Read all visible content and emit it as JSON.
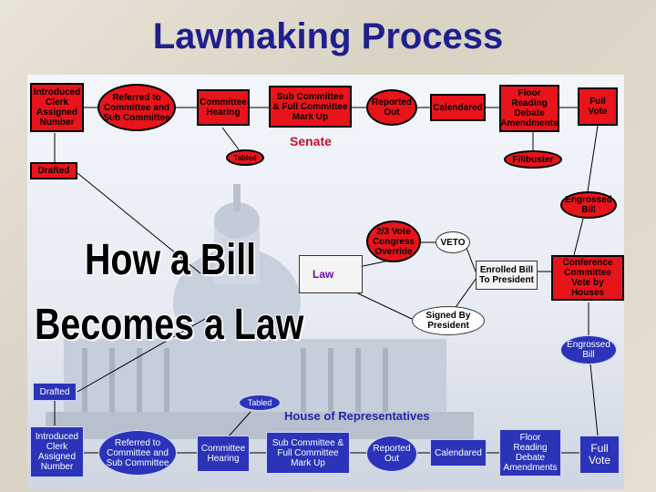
{
  "title": "Lawmaking Process",
  "center": {
    "line1": "How a Bill",
    "line2": "Becomes a Law",
    "law": "Law",
    "senate": "Senate",
    "house": "House of Representatives"
  },
  "senate_nodes": {
    "introduced": "Introduced Clerk Assigned Number",
    "referred": "Referred to Committee and Sub Committee",
    "hearing": "Committee Hearing",
    "subcommittee": "Sub Committee & Full Committee Mark Up",
    "reported": "Reported Out",
    "calendared": "Calendared",
    "floor": "Floor Reading Debate Amendments",
    "vote": "Full Vote",
    "tabled": "Tabled",
    "filibuster": "Filibuster",
    "drafted": "Drafted",
    "engrossed": "Engrossed Bill"
  },
  "middle_nodes": {
    "override": "2/3 Vote Congress Override",
    "veto": "VETO",
    "enrolled": "Enrolled Bill To President",
    "conference": "Conference Committee Vote by Houses",
    "signed": "Signed By President"
  },
  "house_nodes": {
    "engrossed": "Engrossed Bill",
    "drafted": "Drafted",
    "tabled": "Tabled",
    "introduced": "Introduced Clerk Assigned Number",
    "referred": "Referred to Committee and Sub Committee",
    "hearing": "Committee Hearing",
    "subcommittee": "Sub Committee & Full Committee Mark Up",
    "reported": "Reported Out",
    "calendared": "Calendared",
    "floor": "Floor Reading Debate Amendments",
    "vote": "Full Vote"
  },
  "colors": {
    "title": "#1f1f8f",
    "senate_red": "#e8141b",
    "house_blue": "#2b34b8"
  }
}
